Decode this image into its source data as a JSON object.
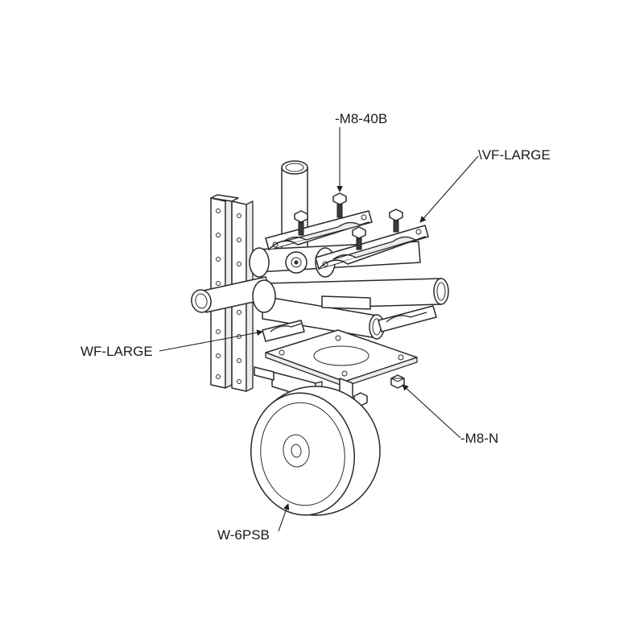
{
  "callouts": {
    "bolt": "-M8-40B",
    "clamp_top": "\\VF-LARGE",
    "clamp_left": "WF-LARGE",
    "nut": "-M8-N",
    "wheel": "W-6PSB"
  }
}
